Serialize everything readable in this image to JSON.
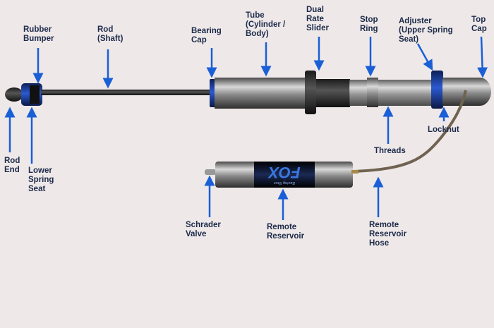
{
  "colors": {
    "background": "#eee8e9",
    "arrow": "#1a5fd6",
    "label": "#1c2a48",
    "accent_blue": "#1d3f9a"
  },
  "labels": {
    "rubber_bumper": "Rubber\nBumper",
    "rod": "Rod\n(Shaft)",
    "bearing_cap": "Bearing\nCap",
    "tube": "Tube\n(Cylinder /\nBody)",
    "dual_rate_slider": "Dual\nRate\nSlider",
    "stop_ring": "Stop\nRing",
    "adjuster": "Adjuster\n(Upper Spring\nSeat)",
    "top_cap": "Top\nCap",
    "rod_end": "Rod\nEnd",
    "lower_spring_seat": "Lower\nSpring\nSeat",
    "locknut": "Locknut",
    "threads": "Threads",
    "schrader_valve": "Schrader\nValve",
    "remote_reservoir": "Remote\nReservoir",
    "remote_reservoir_hose": "Remote\nReservoir\nHose"
  },
  "logo": {
    "brand": "FOX",
    "tagline": "Racing Shox"
  }
}
